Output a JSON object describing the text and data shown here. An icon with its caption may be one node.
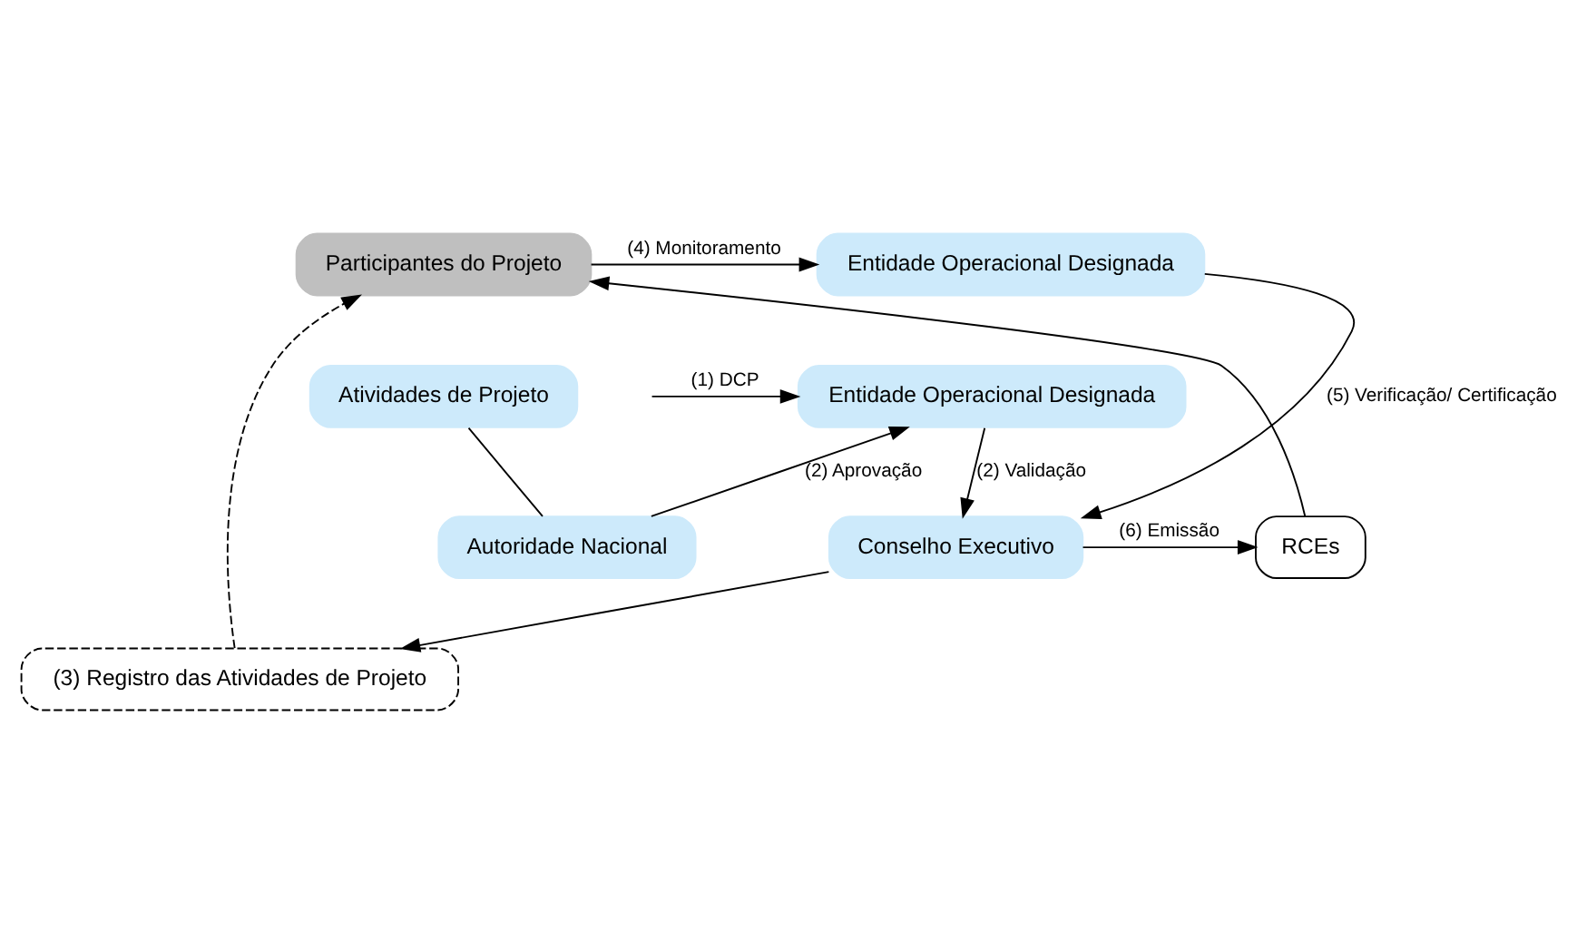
{
  "diagram": {
    "nodes": [
      {
        "text": [
          "Participantes do Projeto"
        ]
      },
      {
        "text": [
          "Entidade Operacional Designada"
        ]
      },
      {
        "text": [
          "Atividades de Projeto"
        ]
      },
      {
        "text": [
          "Entidade Operacional Designada"
        ]
      },
      {
        "text": [
          "Autoridade Nacional"
        ]
      },
      {
        "text": [
          "Conselho Executivo"
        ]
      },
      {
        "text": [
          "RCEs"
        ]
      },
      {
        "text": [
          "(3) Registro das Atividades de Projeto"
        ]
      }
    ],
    "edges": [
      {
        "from": 0,
        "to": 1,
        "arrow": "to",
        "label": "(4) Monitoramento"
      },
      {
        "from": 2,
        "to": 4,
        "arrow": "none"
      },
      {
        "from": null,
        "to": 3,
        "arrow": "to",
        "label": "(1) DCP"
      },
      {
        "from": 4,
        "to": 3,
        "arrow": "to",
        "label": "(2) Aprovação"
      },
      {
        "from": 3,
        "to": 5,
        "arrow": "to",
        "label": "(2) Validação"
      },
      {
        "from": 1,
        "to": 5,
        "arrow": "to",
        "label": "(5) Verificação/ Certificação"
      },
      {
        "from": 5,
        "to": 6,
        "arrow": "to",
        "label": "(6) Emissão"
      },
      {
        "from": 6,
        "to": 0,
        "arrow": "to"
      },
      {
        "from": 5,
        "to": 7,
        "arrow": "to"
      },
      {
        "from": 7,
        "to": 0,
        "arrow": "to",
        "style": "dashed"
      }
    ]
  }
}
